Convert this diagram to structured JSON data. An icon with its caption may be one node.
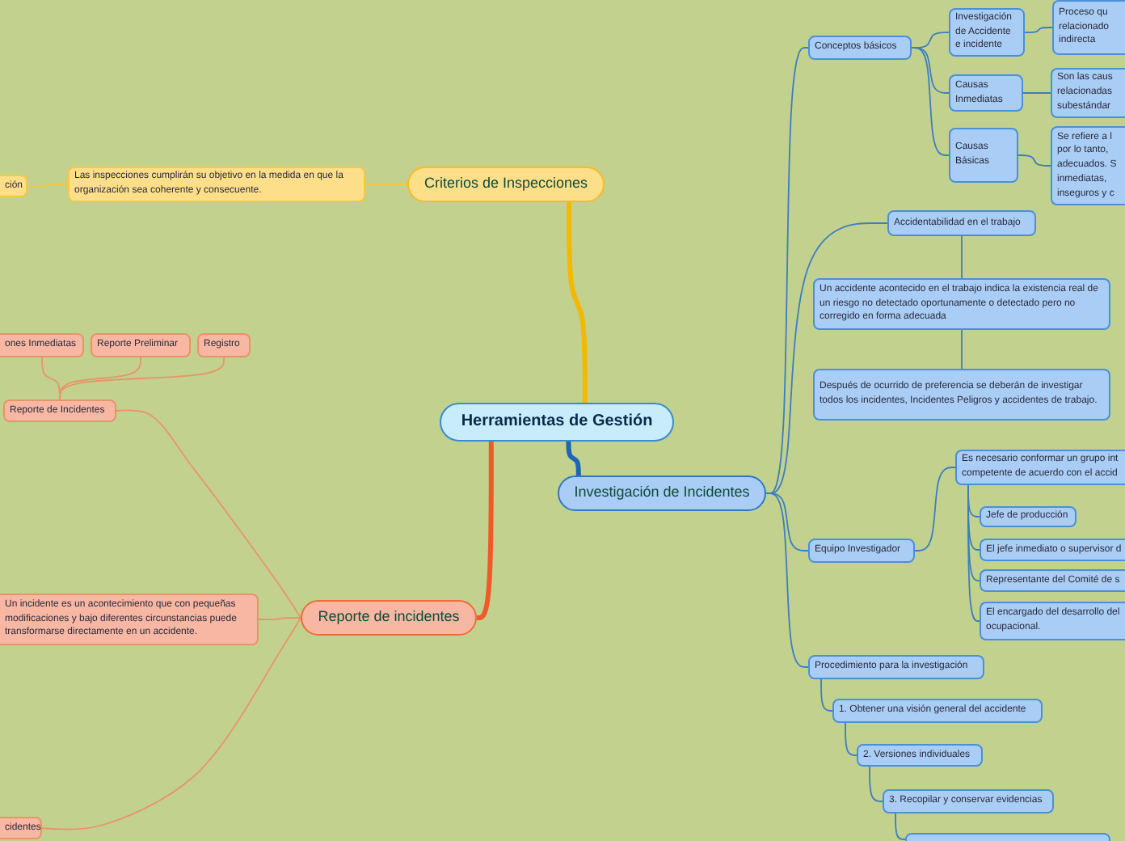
{
  "diagram": {
    "nodes": [
      {
        "text": [
          "Herramientas de Gestión"
        ]
      },
      {
        "text": [
          "Criterios de Inspecciones"
        ]
      },
      {
        "text": [
          "Las inspecciones cumplirán su objetivo en la medida en que la organización sea coherente y consecuente."
        ]
      },
      {
        "text": [
          "ción"
        ]
      },
      {
        "text": [
          "Reporte de incidentes"
        ]
      },
      {
        "text": [
          "Reporte de Incidentes"
        ]
      },
      {
        "text": [
          "ones Inmediatas"
        ]
      },
      {
        "text": [
          "Reporte Preliminar"
        ]
      },
      {
        "text": [
          "Registro"
        ]
      },
      {
        "text": [
          "Un incidente es un acontecimiento que con pequeñas modificaciones y bajo diferentes circunstancias puede transformarse directamente en un accidente."
        ]
      },
      {
        "text": [
          "cidentes"
        ]
      },
      {
        "text": [
          "Investigación de Incidentes"
        ]
      },
      {
        "text": [
          "Conceptos básicos"
        ]
      },
      {
        "text": [
          "Investigación de Accidente e incidente"
        ]
      },
      {
        "text": [
          "Proceso qu relacionado indirecta"
        ]
      },
      {
        "text": [
          "Causas Inmediatas"
        ]
      },
      {
        "text": [
          "Son las caus relacionadas subestándar"
        ]
      },
      {
        "text": [
          "Causas Básicas"
        ]
      },
      {
        "text": [
          "Se refiere a l por lo tanto, adecuados. S inmediatas, inseguros y c"
        ]
      },
      {
        "text": [
          "Accidentabilidad en el trabajo"
        ]
      },
      {
        "text": [
          "Un accidente acontecido en el trabajo indica la existencia real de un riesgo no detectado oportunamente o detectado pero no corregido en forma adecuada"
        ]
      },
      {
        "text": [
          "Después de ocurrido de preferencia se deberán de investigar todos los incidentes, Incidentes Peligros y accidentes de trabajo."
        ]
      },
      {
        "text": [
          "Equipo Investigador"
        ]
      },
      {
        "text": [
          "Es necesario conformar un grupo int competente de acuerdo con el accid"
        ]
      },
      {
        "text": [
          "Jefe de producción"
        ]
      },
      {
        "text": [
          "El jefe inmediato o supervisor d"
        ]
      },
      {
        "text": [
          "Representante del Comité de s"
        ]
      },
      {
        "text": [
          "El encargado del desarrollo del ocupacional."
        ]
      },
      {
        "text": [
          "Procedimiento para la investigación"
        ]
      },
      {
        "text": [
          "1. Obtener una visión general del accidente"
        ]
      },
      {
        "text": [
          "2. Versiones individuales"
        ]
      },
      {
        "text": [
          "3. Recopilar y conservar evidencias"
        ]
      },
      {
        "text": [],
        "shape": "box"
      }
    ],
    "edges": [
      {
        "from": 0,
        "to": 1,
        "arrow": "none",
        "style": "thick",
        "color": "#f5b800"
      },
      {
        "from": 1,
        "to": 2,
        "arrow": "none",
        "color": "#f5c842"
      },
      {
        "from": 2,
        "to": 3,
        "arrow": "none",
        "color": "#f5c842"
      },
      {
        "from": 0,
        "to": 4,
        "arrow": "none",
        "style": "thick",
        "color": "#f0592a"
      },
      {
        "from": 4,
        "to": 5,
        "arrow": "none",
        "color": "#e8946a"
      },
      {
        "from": 5,
        "to": 6,
        "arrow": "none",
        "color": "#e8946a"
      },
      {
        "from": 5,
        "to": 7,
        "arrow": "none",
        "color": "#e8946a"
      },
      {
        "from": 5,
        "to": 8,
        "arrow": "none",
        "color": "#e8946a"
      },
      {
        "from": 4,
        "to": 9,
        "arrow": "none",
        "color": "#e8946a"
      },
      {
        "from": 4,
        "to": 10,
        "arrow": "none",
        "color": "#e8946a"
      },
      {
        "from": 0,
        "to": 11,
        "arrow": "none",
        "style": "thick",
        "color": "#1f64b5"
      },
      {
        "from": 11,
        "to": 12,
        "arrow": "none"
      },
      {
        "from": 12,
        "to": 13,
        "arrow": "none"
      },
      {
        "from": 13,
        "to": 14,
        "arrow": "none"
      },
      {
        "from": 12,
        "to": 15,
        "arrow": "none"
      },
      {
        "from": 15,
        "to": 16,
        "arrow": "none"
      },
      {
        "from": 12,
        "to": 17,
        "arrow": "none"
      },
      {
        "from": 17,
        "to": 18,
        "arrow": "none"
      },
      {
        "from": 11,
        "to": 19,
        "arrow": "none"
      },
      {
        "from": 19,
        "to": 20,
        "arrow": "none"
      },
      {
        "from": 20,
        "to": 21,
        "arrow": "none"
      },
      {
        "from": 11,
        "to": 22,
        "arrow": "none"
      },
      {
        "from": 22,
        "to": 23,
        "arrow": "none"
      },
      {
        "from": 23,
        "to": 24,
        "arrow": "none"
      },
      {
        "from": 23,
        "to": 25,
        "arrow": "none"
      },
      {
        "from": 23,
        "to": 26,
        "arrow": "none"
      },
      {
        "from": 23,
        "to": 27,
        "arrow": "none"
      },
      {
        "from": 11,
        "to": 28,
        "arrow": "none"
      },
      {
        "from": 28,
        "to": 29,
        "arrow": "none"
      },
      {
        "from": 29,
        "to": 30,
        "arrow": "none"
      },
      {
        "from": 30,
        "to": 31,
        "arrow": "none"
      },
      {
        "from": 31,
        "to": 32,
        "arrow": "none"
      }
    ]
  }
}
